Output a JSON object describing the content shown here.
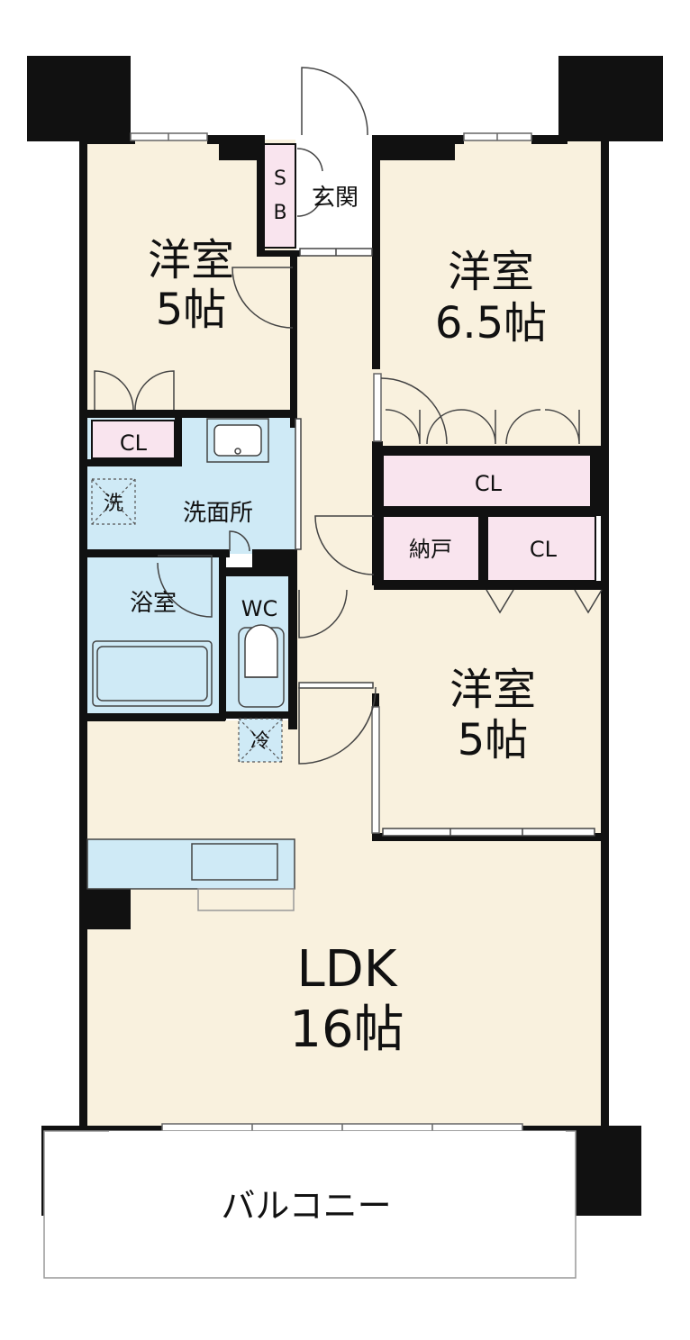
{
  "rooms": {
    "west_bedroom": {
      "name": "洋室",
      "size": "5帖"
    },
    "east_bedroom": {
      "name": "洋室",
      "size": "6.5帖"
    },
    "south_bedroom": {
      "name": "洋室",
      "size": "5帖"
    },
    "ldk": {
      "name": "LDK",
      "size": "16帖"
    },
    "entrance": "玄関",
    "shoe_box": "SB",
    "closet_west": "CL",
    "closet_east": "CL",
    "closet_south": "CL",
    "storage": "納戸",
    "washroom": "洗面所",
    "washer": "洗",
    "bathroom": "浴室",
    "toilet": "WC",
    "fridge": "冷",
    "balcony": "バルコニー"
  },
  "colors": {
    "room_fill": "#f9f1de",
    "wet_area_fill": "#cfeaf6",
    "closet_fill": "#f9e4ee",
    "wall": "#111111",
    "balcony_fill": "#ffffff"
  }
}
